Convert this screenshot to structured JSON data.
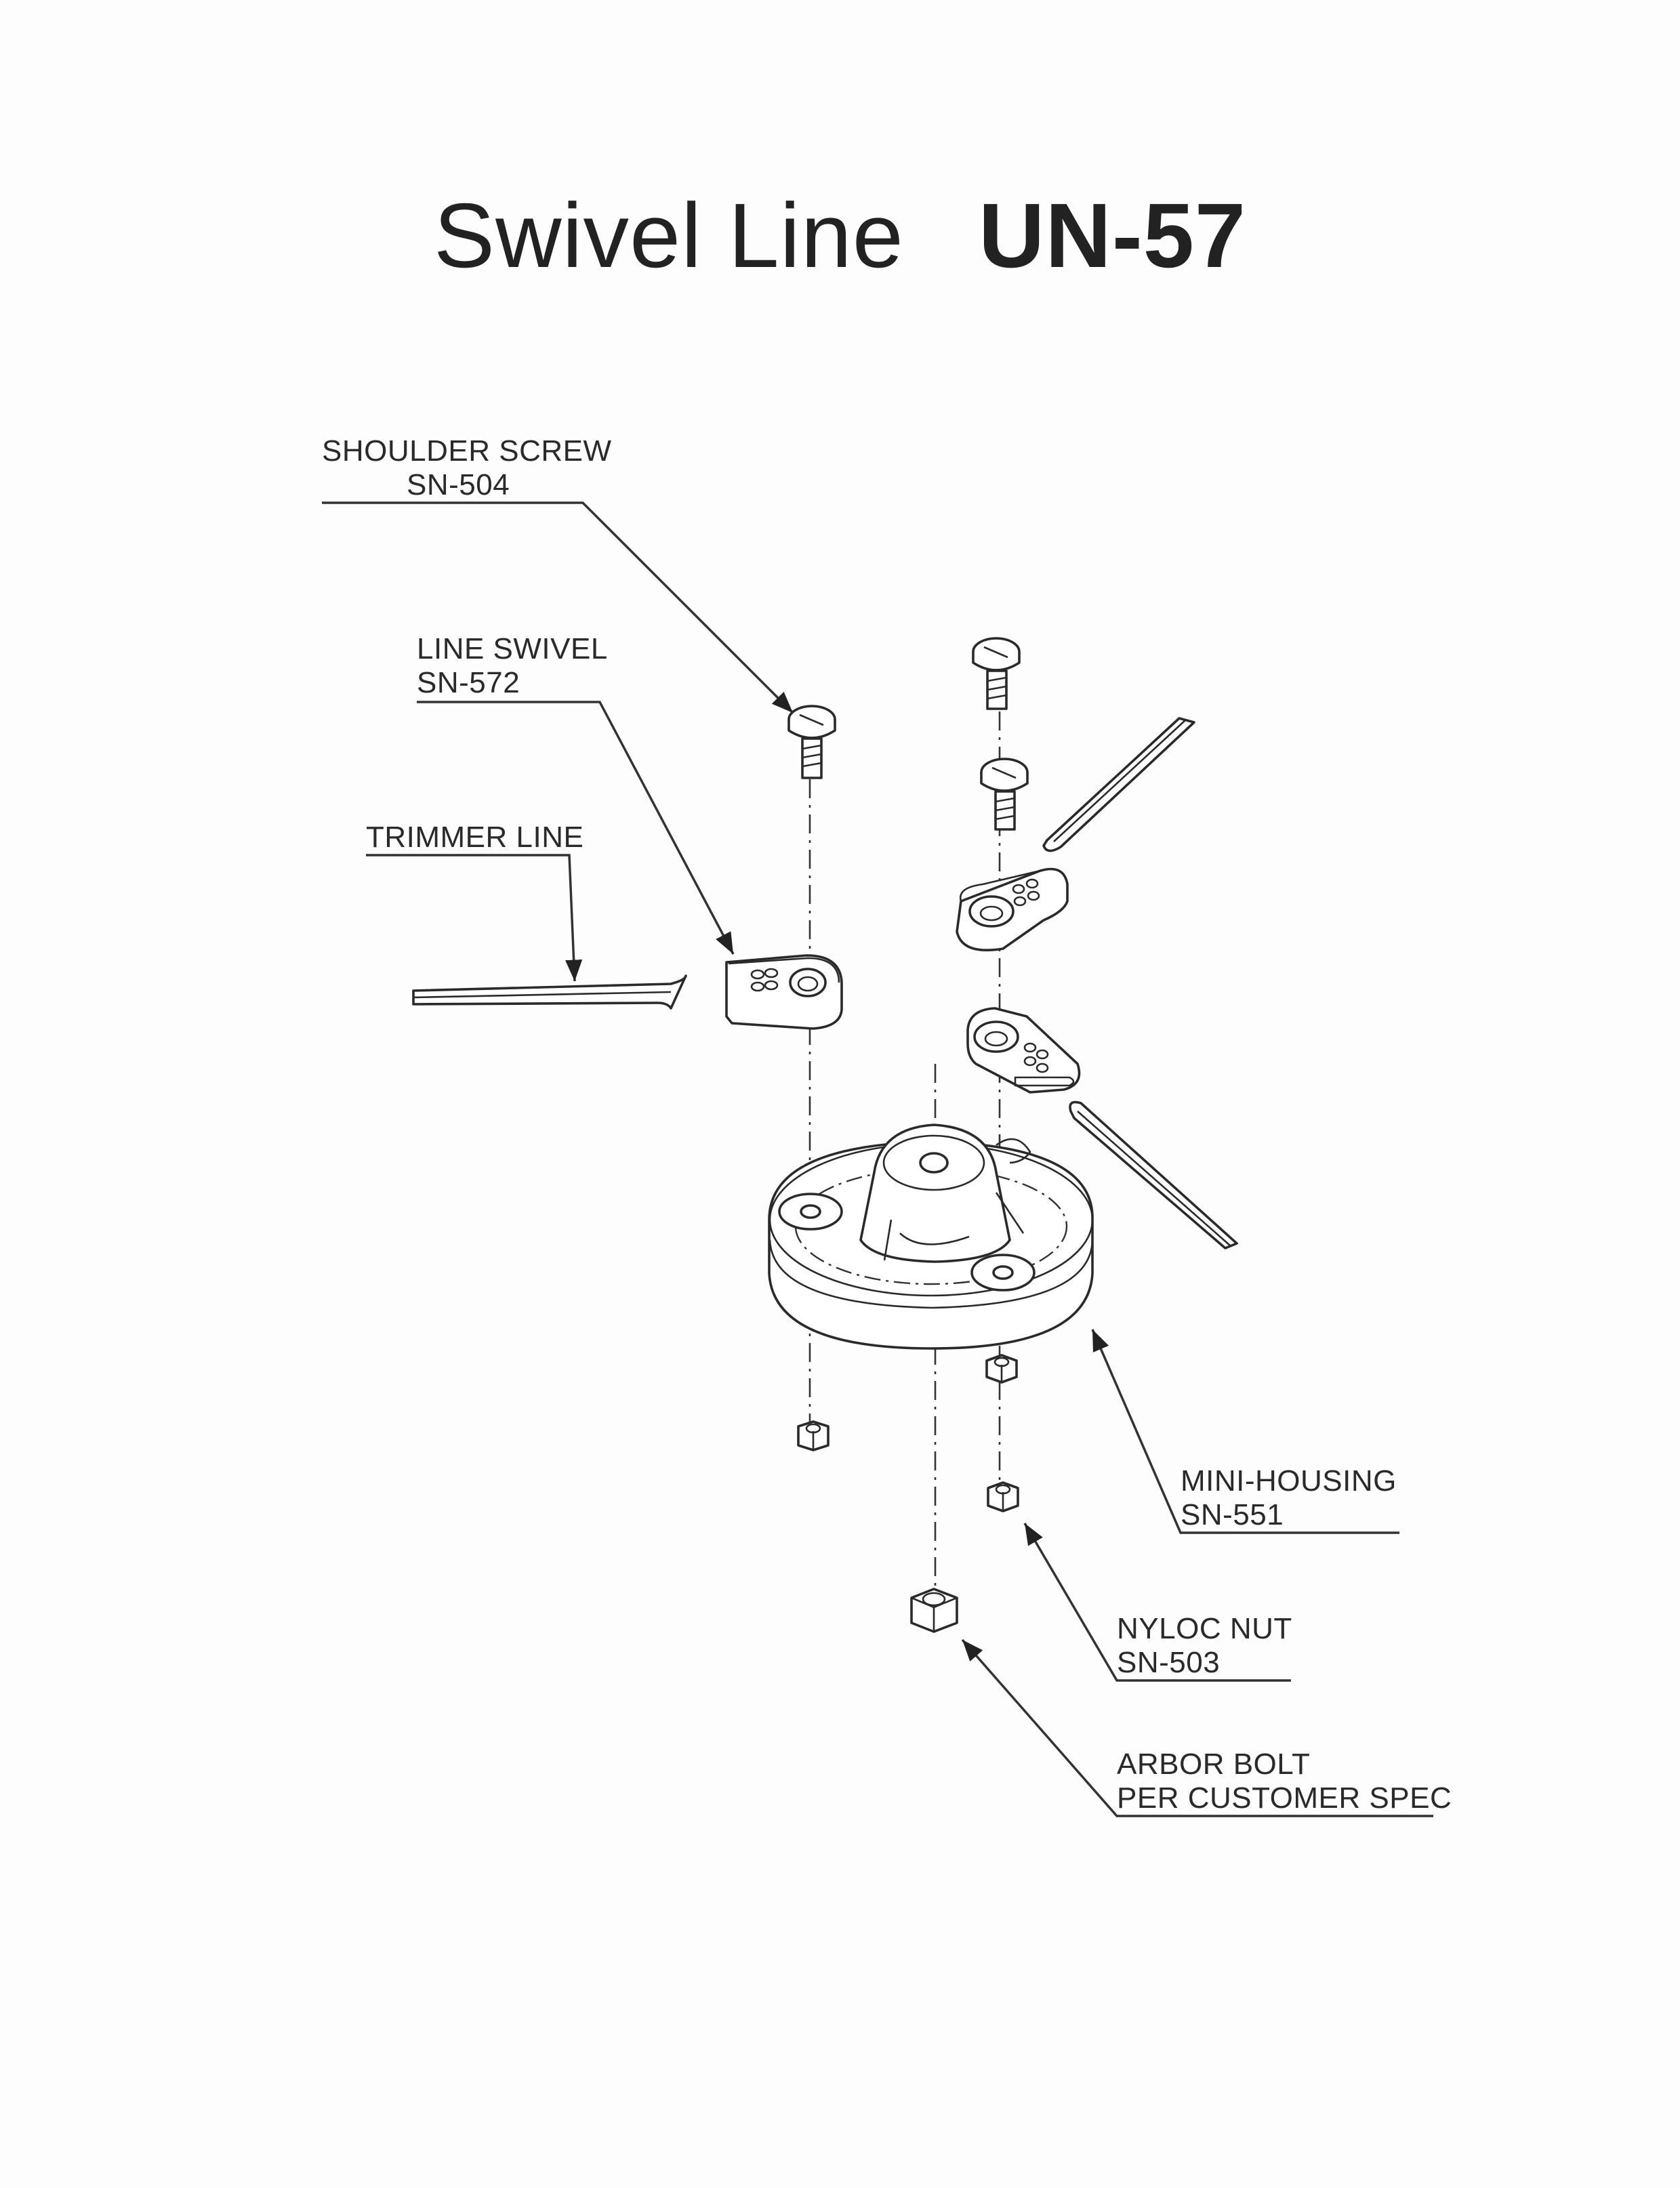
{
  "title": {
    "light": "Swivel Line",
    "bold": "UN-57"
  },
  "callouts": {
    "shoulder_screw": {
      "name": "SHOULDER SCREW",
      "part": "SN-504"
    },
    "line_swivel": {
      "name": "LINE SWIVEL",
      "part": "SN-572"
    },
    "trimmer_line": {
      "name": "TRIMMER LINE"
    },
    "mini_housing": {
      "name": "MINI-HOUSING",
      "part": "SN-551"
    },
    "nyloc_nut": {
      "name": "NYLOC NUT",
      "part": "SN-503"
    },
    "arbor_bolt": {
      "name": "ARBOR BOLT",
      "spec": "PER CUSTOMER SPEC"
    }
  }
}
